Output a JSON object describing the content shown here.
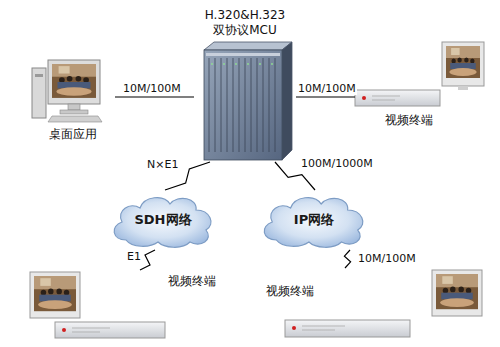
{
  "diagram": {
    "nodes": [
      {
        "text": [
          "H.320&H.323 双协议MCU"
        ]
      },
      {
        "text": [
          "桌面应用"
        ]
      },
      {
        "text": [
          "视频终端"
        ]
      },
      {
        "text": [
          "SDH网络"
        ]
      },
      {
        "text": [
          "IP网络"
        ]
      },
      {
        "text": [
          "视频终端"
        ]
      },
      {
        "text": [
          "视频终端"
        ]
      }
    ],
    "edges": [
      {
        "from": 1,
        "to": 0,
        "arrow": "none",
        "label": "10M/100M"
      },
      {
        "from": 0,
        "to": 2,
        "arrow": "none",
        "label": "10M/100M"
      },
      {
        "from": 0,
        "to": 3,
        "arrow": "none",
        "label": "N×E1"
      },
      {
        "from": 0,
        "to": 4,
        "arrow": "none",
        "label": "100M/1000M"
      },
      {
        "from": 3,
        "to": 5,
        "arrow": "none",
        "label": "E1"
      },
      {
        "from": 4,
        "to": 6,
        "arrow": "none",
        "label": "10M/100M"
      }
    ]
  }
}
